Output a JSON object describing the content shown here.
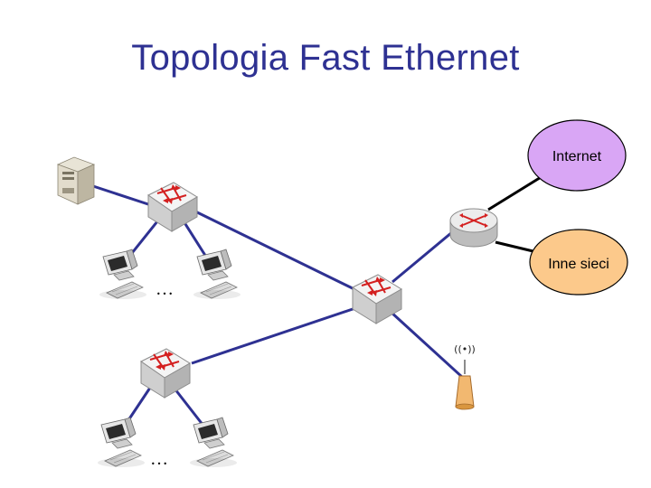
{
  "slide": {
    "title": "Topologia Fast Ethernet"
  },
  "clouds": {
    "internet": {
      "label": "Internet",
      "color": "#d9a6f5"
    },
    "other_networks": {
      "label": "Inne sieci",
      "color": "#fcc98b"
    }
  },
  "ellipsis": "…",
  "antenna_signal": "((•))",
  "colors": {
    "title": "#2e3192",
    "link": "#2e3192",
    "uplink": "#000000",
    "switch_arrows": "#d42020"
  },
  "icons": [
    "server-icon",
    "switch-icon",
    "router-icon",
    "computer-icon",
    "wireless-access-point-icon"
  ]
}
